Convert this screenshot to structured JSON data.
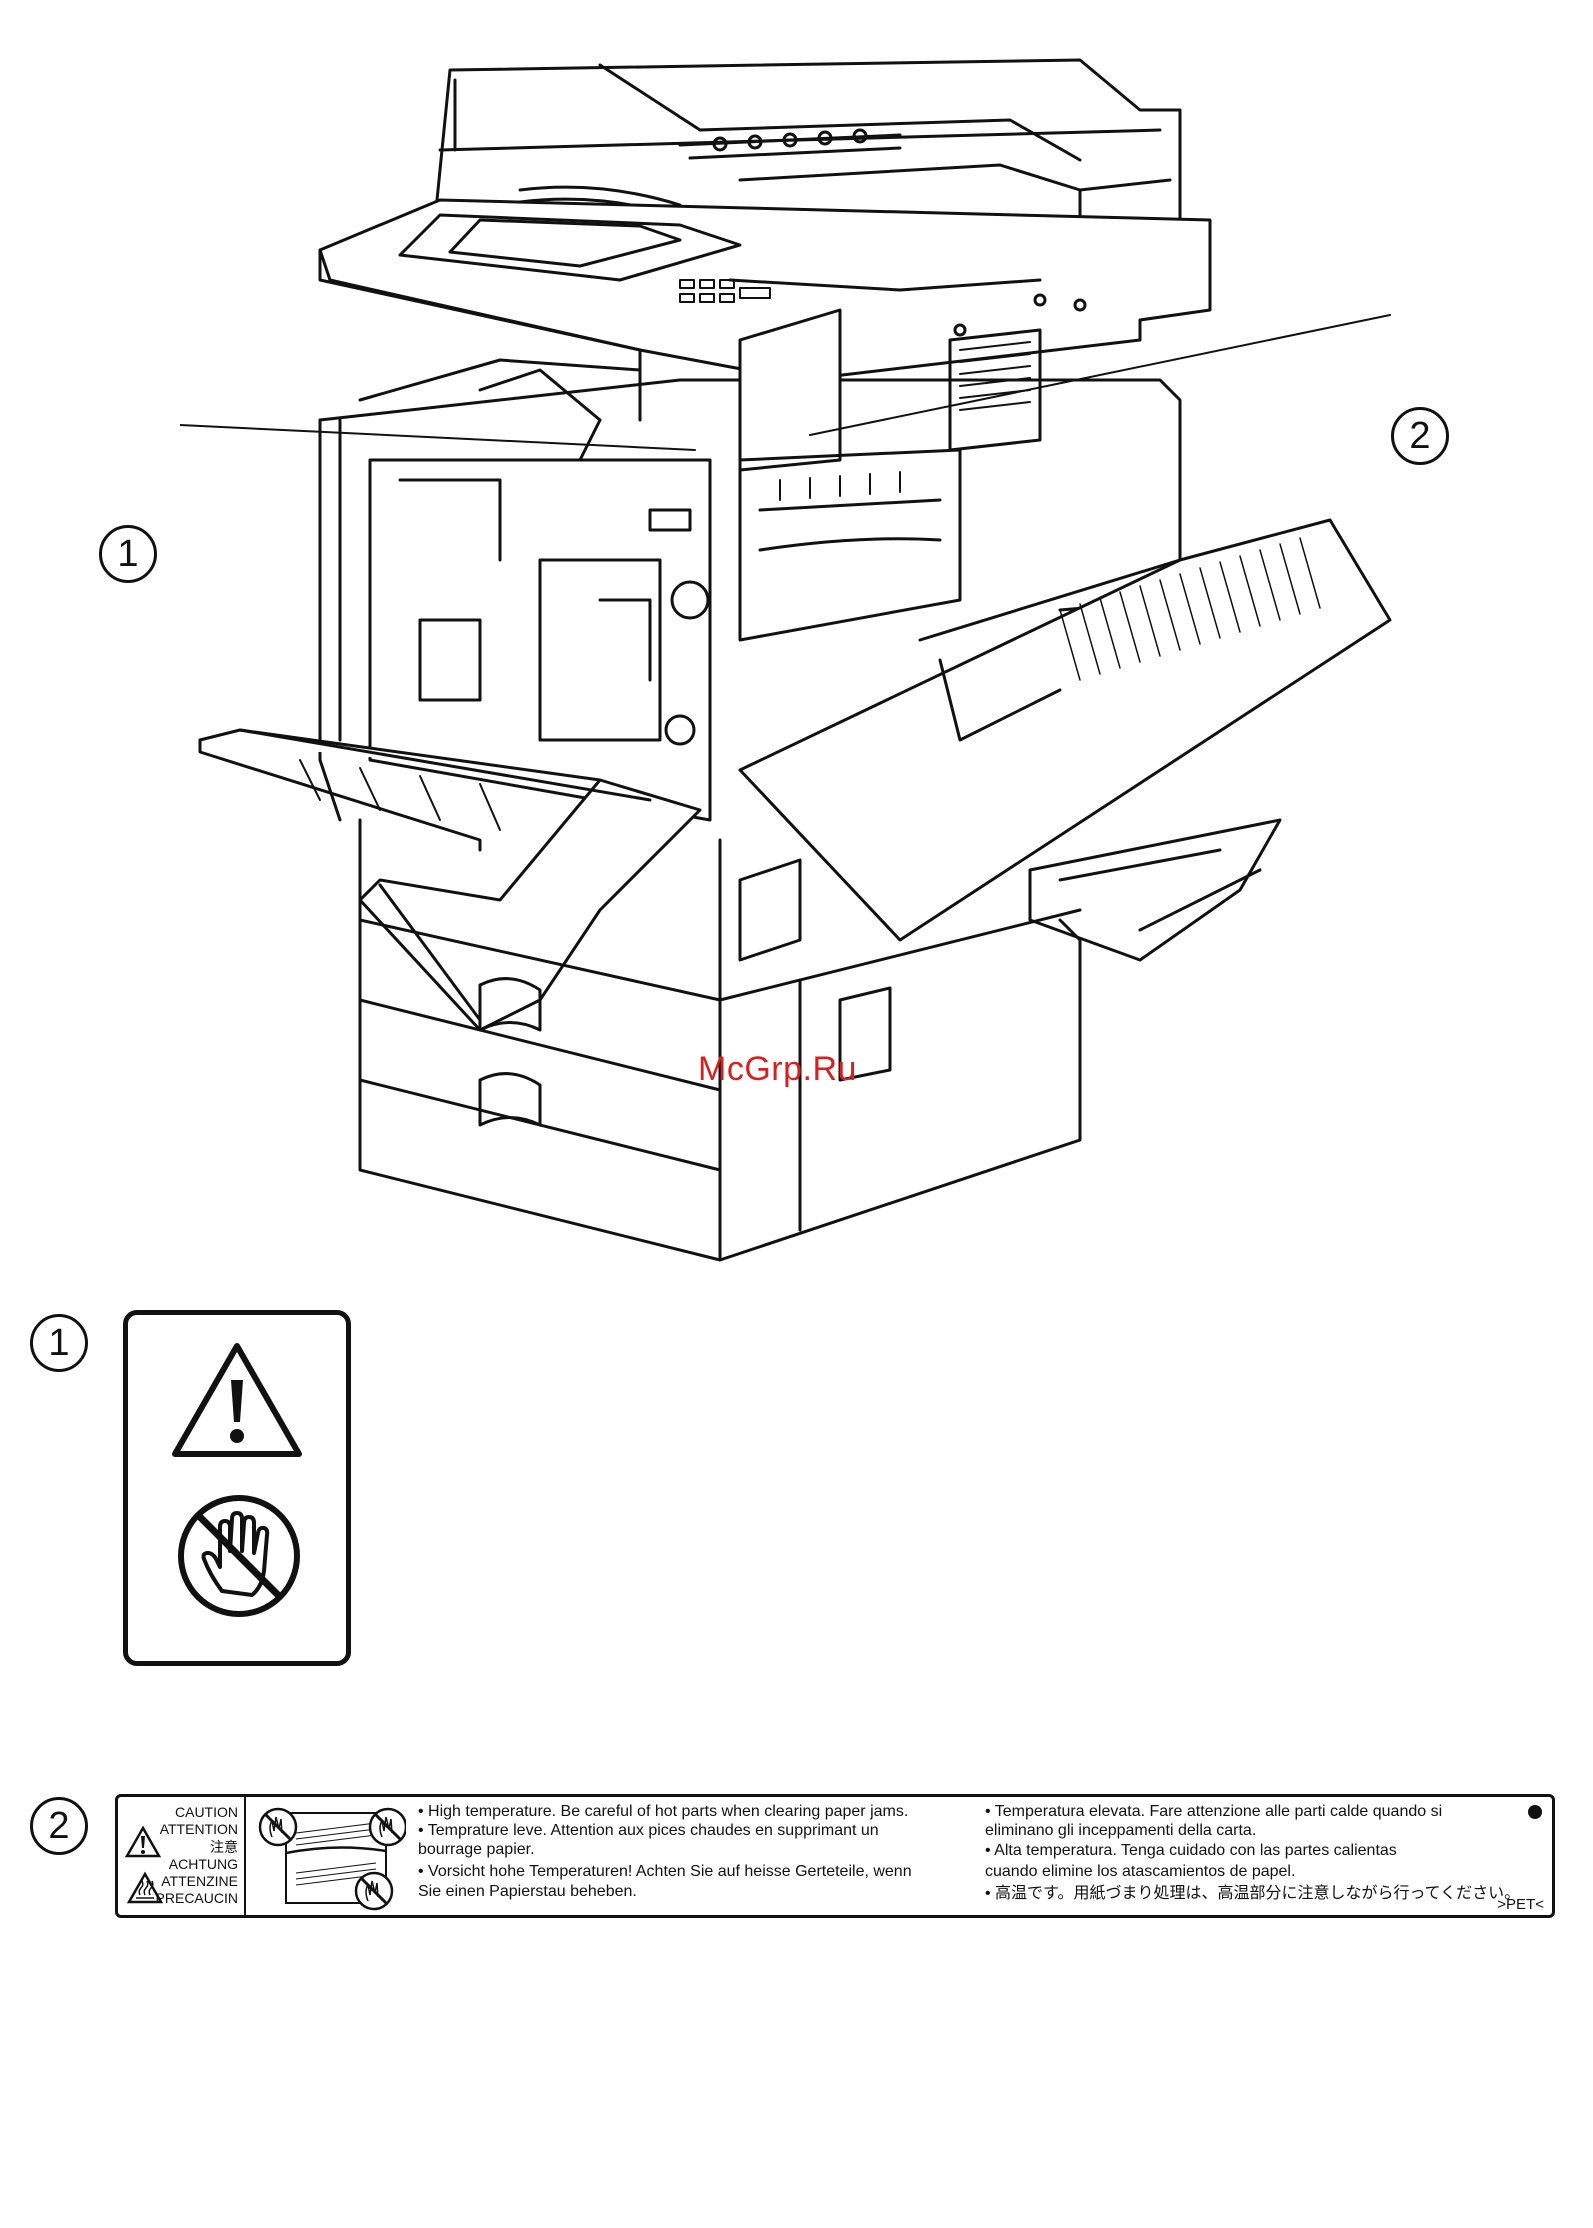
{
  "illustration": {
    "callout_1": "1",
    "callout_2": "2",
    "watermark": "McGrp.Ru"
  },
  "label_1": {
    "callout": "1",
    "icons": [
      "warning-triangle-icon",
      "no-touch-hand-icon"
    ]
  },
  "label_2": {
    "callout": "2",
    "warning_words": [
      "CAUTION",
      "ATTENTION",
      "注意",
      "ACHTUNG",
      "ATTENZINE",
      "PRECAUCIN"
    ],
    "icons": [
      "warning-triangle-icon",
      "hot-surface-icon",
      "no-touch-hand-icon"
    ],
    "text_col_1": [
      "• High temperature. Be careful of hot parts when clearing paper jams.",
      "• Temprature leve. Attention aux pices chaudes en supprimant un",
      "  bourrage papier.",
      "• Vorsicht hohe Temperaturen! Achten Sie auf heisse Gerteteile, wenn",
      "Sie einen Papierstau beheben."
    ],
    "text_col_2": [
      "• Temperatura elevata. Fare attenzione alle parti calde quando si",
      "  eliminano gli inceppamenti della carta.",
      "• Alta temperatura.  Tenga cuidado con las partes calientas",
      "cuando elimine los atascamientos de papel.",
      "• 高温です。用紙づまり処理は、高温部分に注意しながら行ってください。"
    ],
    "material_code": ">PET<"
  }
}
